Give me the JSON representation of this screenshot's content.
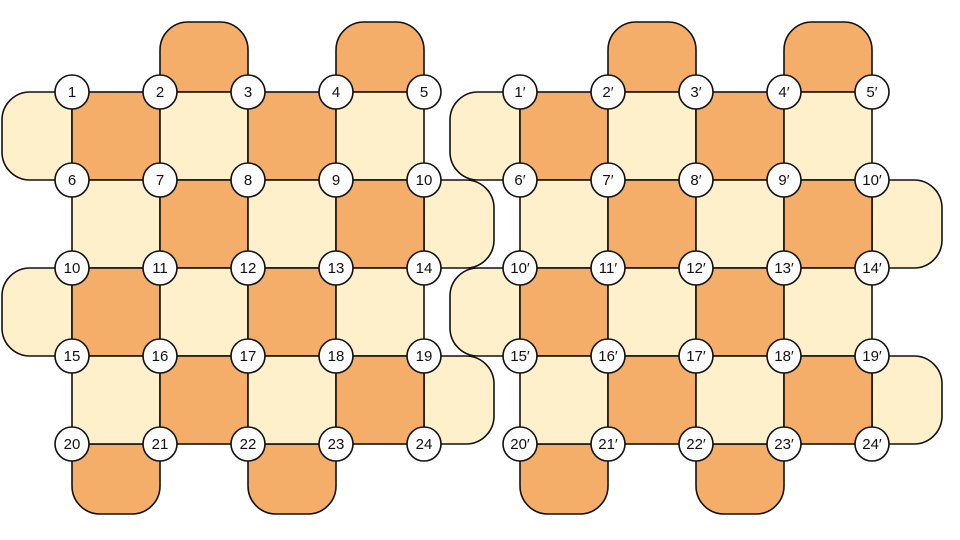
{
  "colors": {
    "light": "#FFF0CC",
    "dark": "#F5AE69",
    "stroke": "#111111",
    "node_fill": "#ffffff"
  },
  "grid": {
    "rows": 4,
    "cols": 4,
    "pattern": [
      [
        "dark",
        "light",
        "dark",
        "light"
      ],
      [
        "light",
        "dark",
        "light",
        "dark"
      ],
      [
        "dark",
        "light",
        "dark",
        "light"
      ],
      [
        "light",
        "dark",
        "light",
        "dark"
      ]
    ],
    "flaps": [
      {
        "side": "top",
        "index": 1,
        "color": "dark"
      },
      {
        "side": "top",
        "index": 3,
        "color": "dark"
      },
      {
        "side": "bottom",
        "index": 0,
        "color": "dark"
      },
      {
        "side": "bottom",
        "index": 2,
        "color": "dark"
      },
      {
        "side": "left",
        "index": 0,
        "color": "light"
      },
      {
        "side": "left",
        "index": 2,
        "color": "light"
      },
      {
        "side": "right",
        "index": 1,
        "color": "light"
      },
      {
        "side": "right",
        "index": 3,
        "color": "light"
      }
    ]
  },
  "panels": [
    {
      "name": "left",
      "labels": [
        [
          "1",
          "2",
          "3",
          "4",
          "5"
        ],
        [
          "6",
          "7",
          "8",
          "9",
          "10"
        ],
        [
          "10",
          "11",
          "12",
          "13",
          "14"
        ],
        [
          "15",
          "16",
          "17",
          "18",
          "19"
        ],
        [
          "20",
          "21",
          "22",
          "23",
          "24"
        ]
      ]
    },
    {
      "name": "right",
      "labels": [
        [
          "1′",
          "2′",
          "3′",
          "4′",
          "5′"
        ],
        [
          "6′",
          "7′",
          "8′",
          "9′",
          "10′"
        ],
        [
          "10′",
          "11′",
          "12′",
          "13′",
          "14′"
        ],
        [
          "15′",
          "16′",
          "17′",
          "18′",
          "19′"
        ],
        [
          "20′",
          "21′",
          "22′",
          "23′",
          "24′"
        ]
      ]
    }
  ]
}
